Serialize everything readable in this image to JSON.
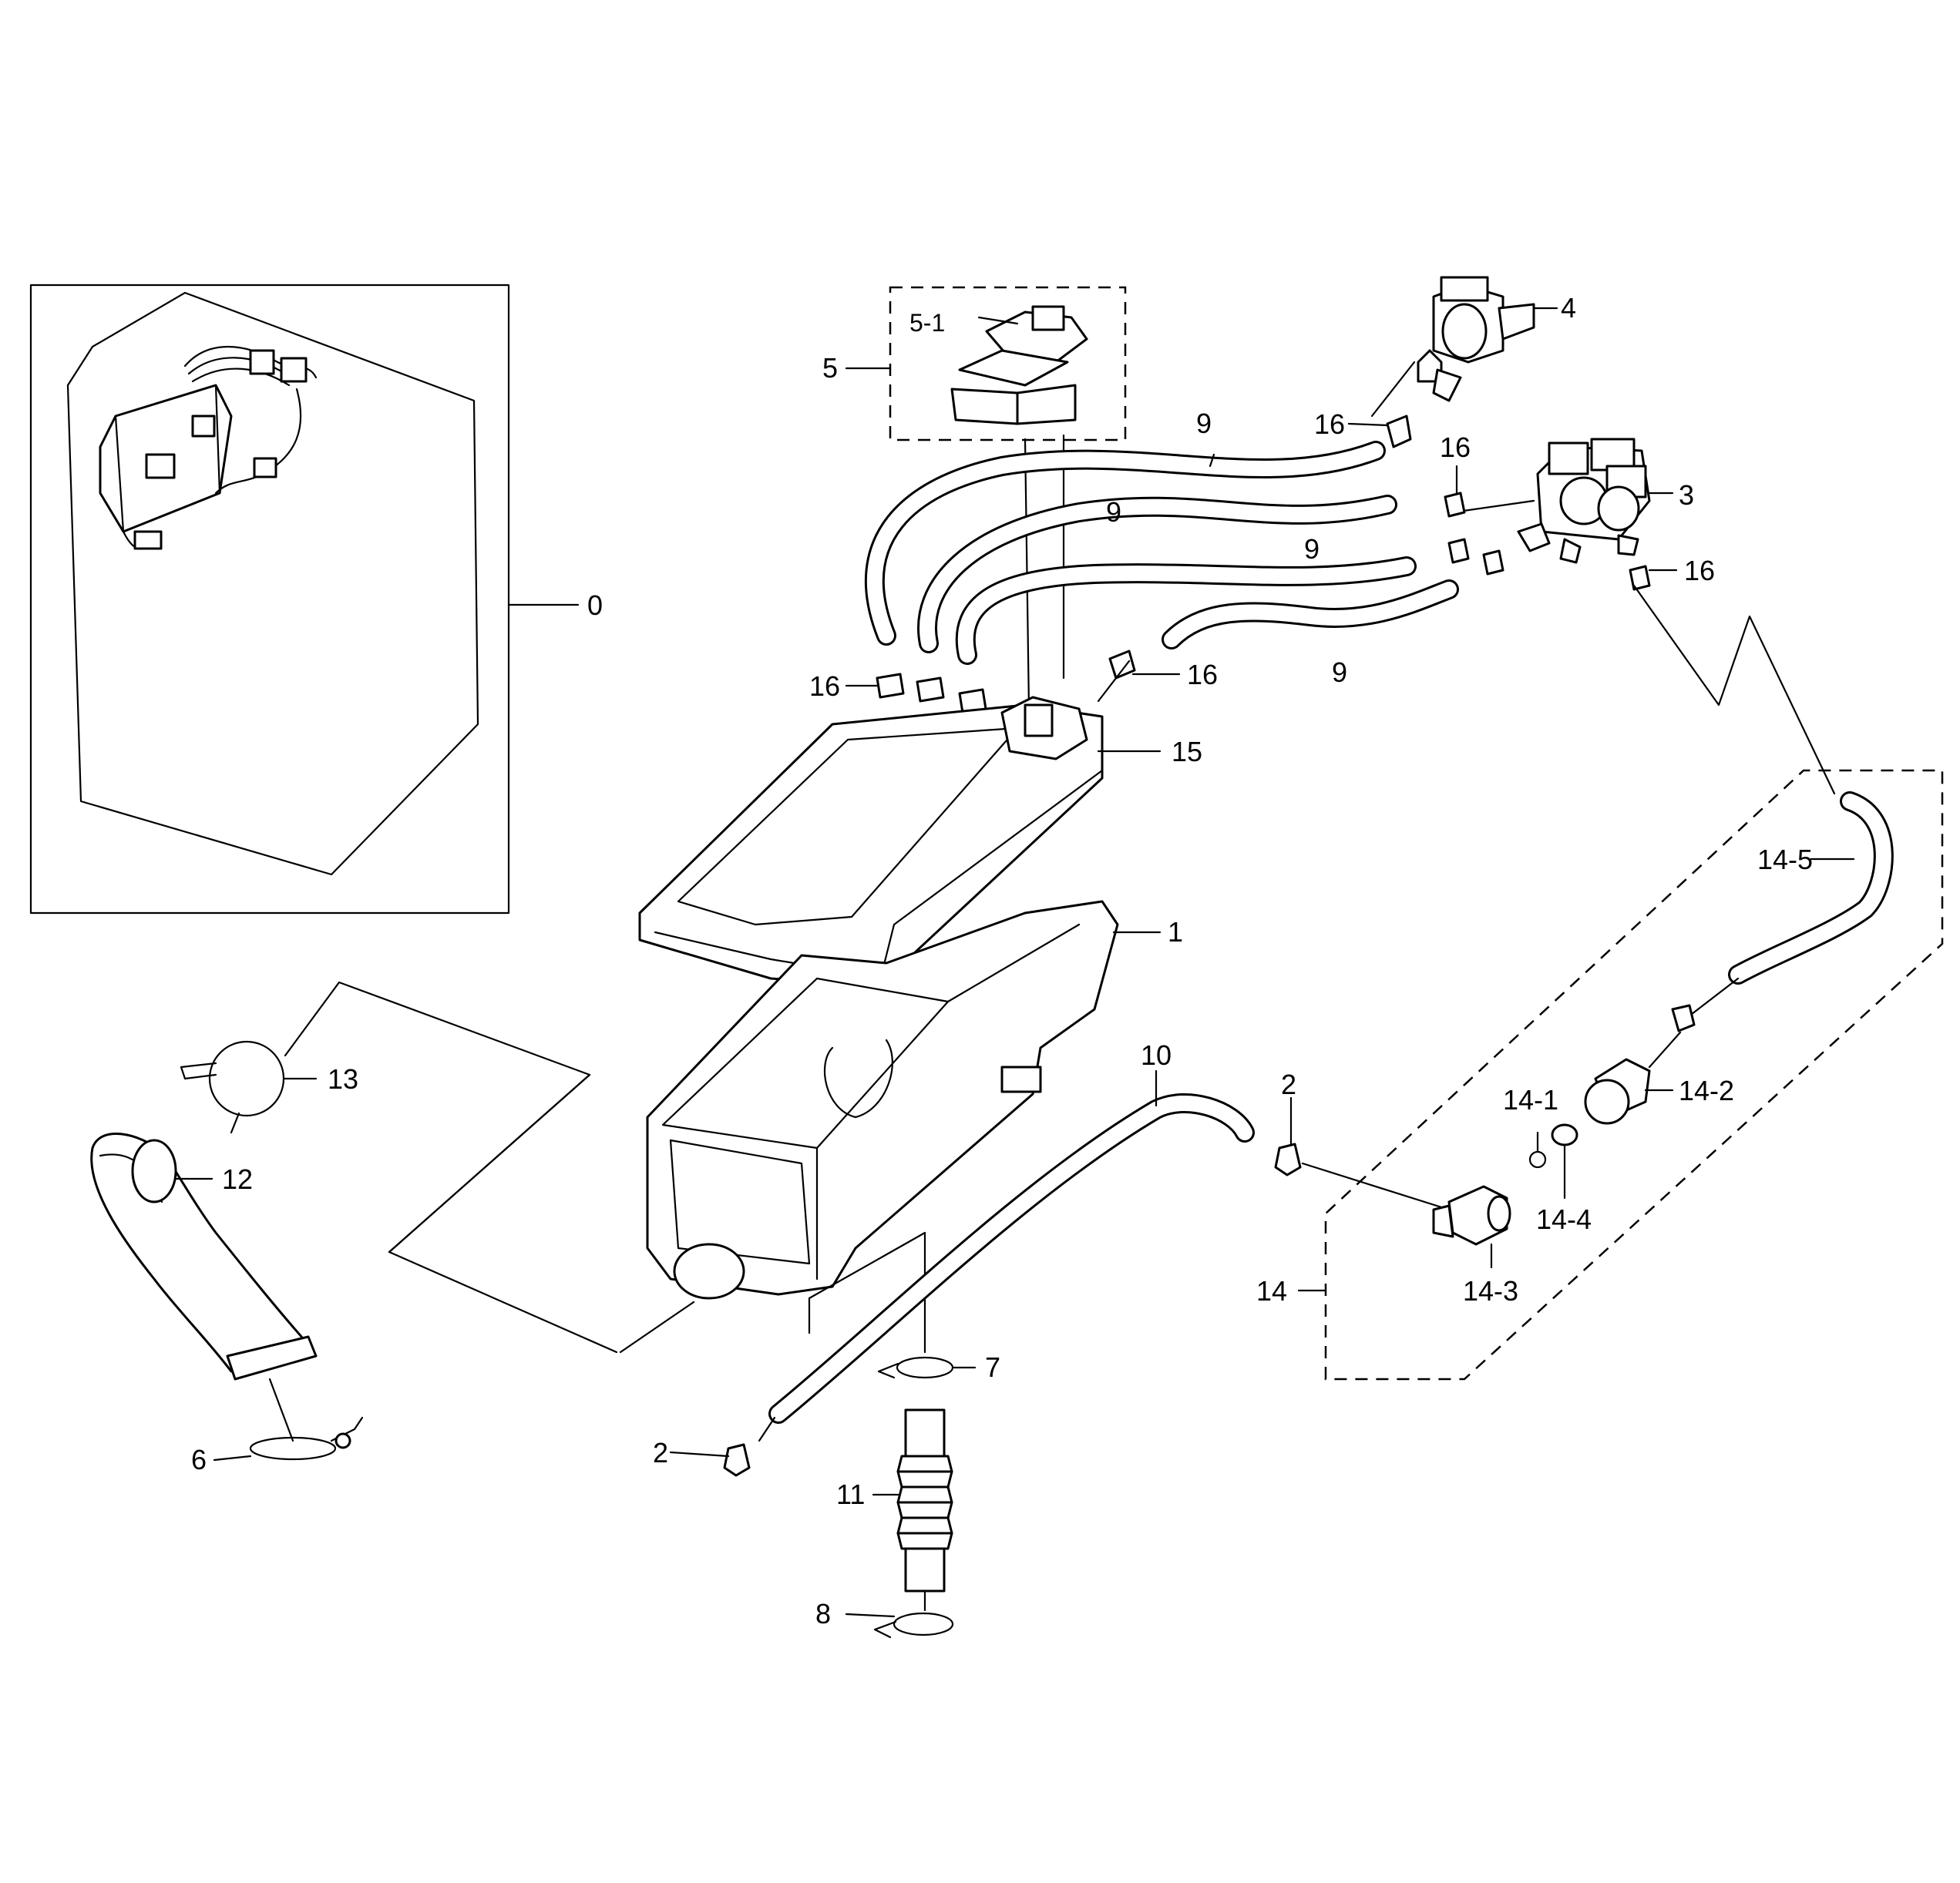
{
  "labels": {
    "l0": "0",
    "l1": "1",
    "l2a": "2",
    "l2b": "2",
    "l3": "3",
    "l4": "4",
    "l5": "5",
    "l5_1": "5-1",
    "l6": "6",
    "l7": "7",
    "l8": "8",
    "l9a": "9",
    "l9b": "9",
    "l9c": "9",
    "l9d": "9",
    "l10": "10",
    "l11": "11",
    "l12": "12",
    "l13": "13",
    "l14": "14",
    "l14_1": "14-1",
    "l14_2": "14-2",
    "l14_3": "14-3",
    "l14_4": "14-4",
    "l14_5": "14-5",
    "l15": "15",
    "l16a": "16",
    "l16b": "16",
    "l16c": "16",
    "l16d": "16",
    "l16e": "16"
  },
  "colors": {
    "ink": "#000000",
    "paper": "#ffffff"
  }
}
